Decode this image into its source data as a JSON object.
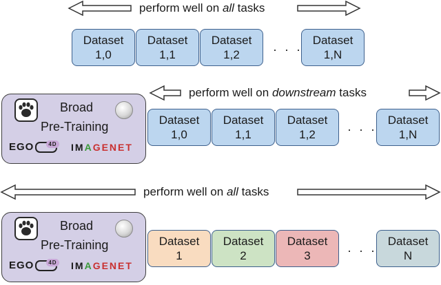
{
  "colors": {
    "blue_box": "#bcd6ef",
    "pretrain_bg": "#d4cfe6",
    "box_orange": "#f9dcc0",
    "box_green": "#cde3c4",
    "box_red": "#ecb7b7",
    "box_gray": "#c8d8dc"
  },
  "row1": {
    "caption_prefix": "perform well on ",
    "caption_emph": "all",
    "caption_suffix": " tasks",
    "datasets": [
      {
        "line1": "Dataset",
        "line2": "1,0"
      },
      {
        "line1": "Dataset",
        "line2": "1,1"
      },
      {
        "line1": "Dataset",
        "line2": "1,2"
      },
      {
        "line1": "Dataset",
        "line2": "1,N"
      }
    ],
    "ellipsis": "· · ·"
  },
  "row2": {
    "caption_prefix": "perform well on ",
    "caption_emph": "downstream",
    "caption_suffix": " tasks",
    "pretrain": {
      "line1": "Broad",
      "line2": "Pre-Training",
      "logo_ego": "EGO",
      "logo_ego_4d": "4D",
      "logo_imagenet_a": "IM",
      "logo_imagenet_b": "A",
      "logo_imagenet_c": "GENET"
    },
    "datasets": [
      {
        "line1": "Dataset",
        "line2": "1,0"
      },
      {
        "line1": "Dataset",
        "line2": "1,1"
      },
      {
        "line1": "Dataset",
        "line2": "1,2"
      },
      {
        "line1": "Dataset",
        "line2": "1,N"
      }
    ],
    "ellipsis": "· · ·"
  },
  "row3": {
    "caption_prefix": "perform well on ",
    "caption_emph": "all",
    "caption_suffix": " tasks",
    "pretrain": {
      "line1": "Broad",
      "line2": "Pre-Training",
      "logo_ego": "EGO",
      "logo_ego_4d": "4D",
      "logo_imagenet_a": "IM",
      "logo_imagenet_b": "A",
      "logo_imagenet_c": "GENET"
    },
    "datasets": [
      {
        "line1": "Dataset",
        "line2": "1"
      },
      {
        "line1": "Dataset",
        "line2": "2"
      },
      {
        "line1": "Dataset",
        "line2": "3"
      },
      {
        "line1": "Dataset",
        "line2": "N"
      }
    ],
    "ellipsis": "· · ·"
  }
}
